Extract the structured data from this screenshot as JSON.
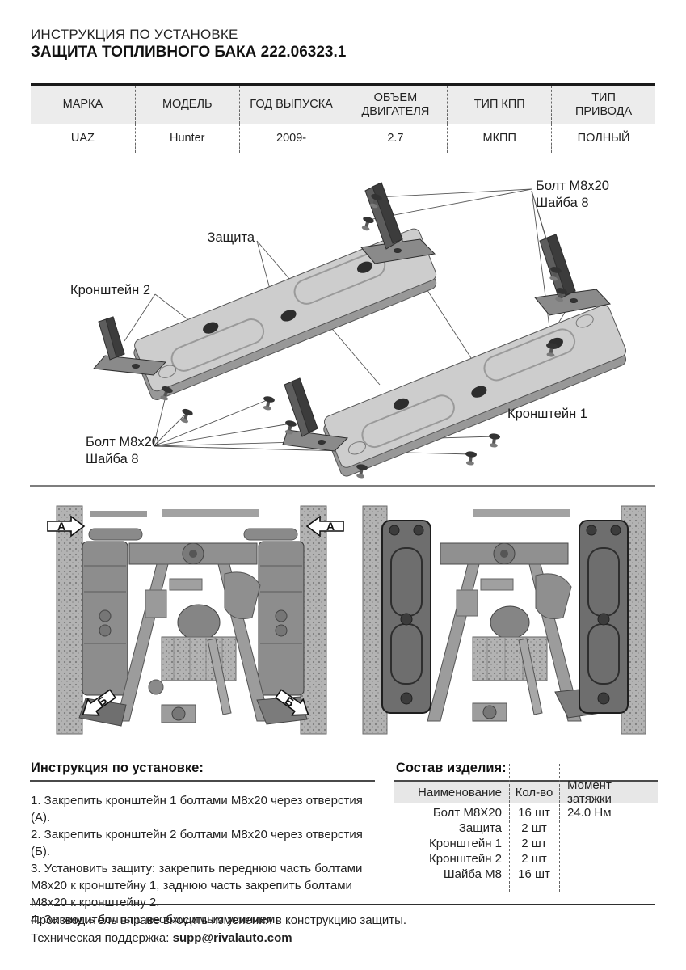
{
  "page": {
    "title_line1": "ИНСТРУКЦИЯ ПО УСТАНОВКЕ",
    "title_line2": "ЗАЩИТА ТОПЛИВНОГО БАКА 222.06323.1"
  },
  "spec_table": {
    "headers": [
      "МАРКА",
      "МОДЕЛЬ",
      "ГОД ВЫПУСКА",
      "ОБЪЕМ ДВИГАТЕЛЯ",
      "ТИП КПП",
      "ТИП ПРИВОДА"
    ],
    "row": [
      "UAZ",
      "Hunter",
      "2009-",
      "2.7",
      "МКПП",
      "ПОЛНЫЙ"
    ]
  },
  "diagram": {
    "labels": {
      "bolt_top_line1": "Болт М8х20",
      "bolt_top_line2": "Шайба 8",
      "shield": "Защита",
      "bracket2": "Кронштейн 2",
      "bracket1": "Кронштейн 1",
      "bolt_bottom_line1": "Болт М8х20",
      "bolt_bottom_line2": "Шайба 8"
    }
  },
  "photos": {
    "left": {
      "marker_a": "А",
      "marker_b": "Б"
    }
  },
  "instructions": {
    "heading": "Инструкция по установке:",
    "steps": [
      "1. Закрепить кронштейн 1 болтами М8х20 через отверстия (А).",
      "2. Закрепить кронштейн 2 болтами М8х20 через отверстия (Б).",
      "3. Установить защиту: закрепить переднюю часть болтами М8х20 к кронштейну 1, заднюю часть закрепить болтами М8х20 к кронштейну 2.",
      "4. Затянуть болты с необходимым усилием."
    ]
  },
  "parts": {
    "heading": "Состав изделия:",
    "columns": [
      "Наименование",
      "Кол-во",
      "Момент затяжки"
    ],
    "rows": [
      {
        "name": "Болт М8Х20",
        "qty": "16 шт",
        "torque": "24.0 Нм"
      },
      {
        "name": "Защита",
        "qty": "2 шт",
        "torque": ""
      },
      {
        "name": "Кронштейн 1",
        "qty": "2 шт",
        "torque": ""
      },
      {
        "name": "Кронштейн 2",
        "qty": "2 шт",
        "torque": ""
      },
      {
        "name": "Шайба М8",
        "qty": "16 шт",
        "torque": ""
      }
    ]
  },
  "footer": {
    "line1": "Производитель вправе вносить изменения в конструкцию защиты.",
    "line2_label": "Техническая поддержка: ",
    "email": "supp@rivalauto.com"
  },
  "colors": {
    "table_header_bg": "#ececec",
    "rule_gray": "#7e7e7e",
    "text": "#1f1f1f"
  }
}
